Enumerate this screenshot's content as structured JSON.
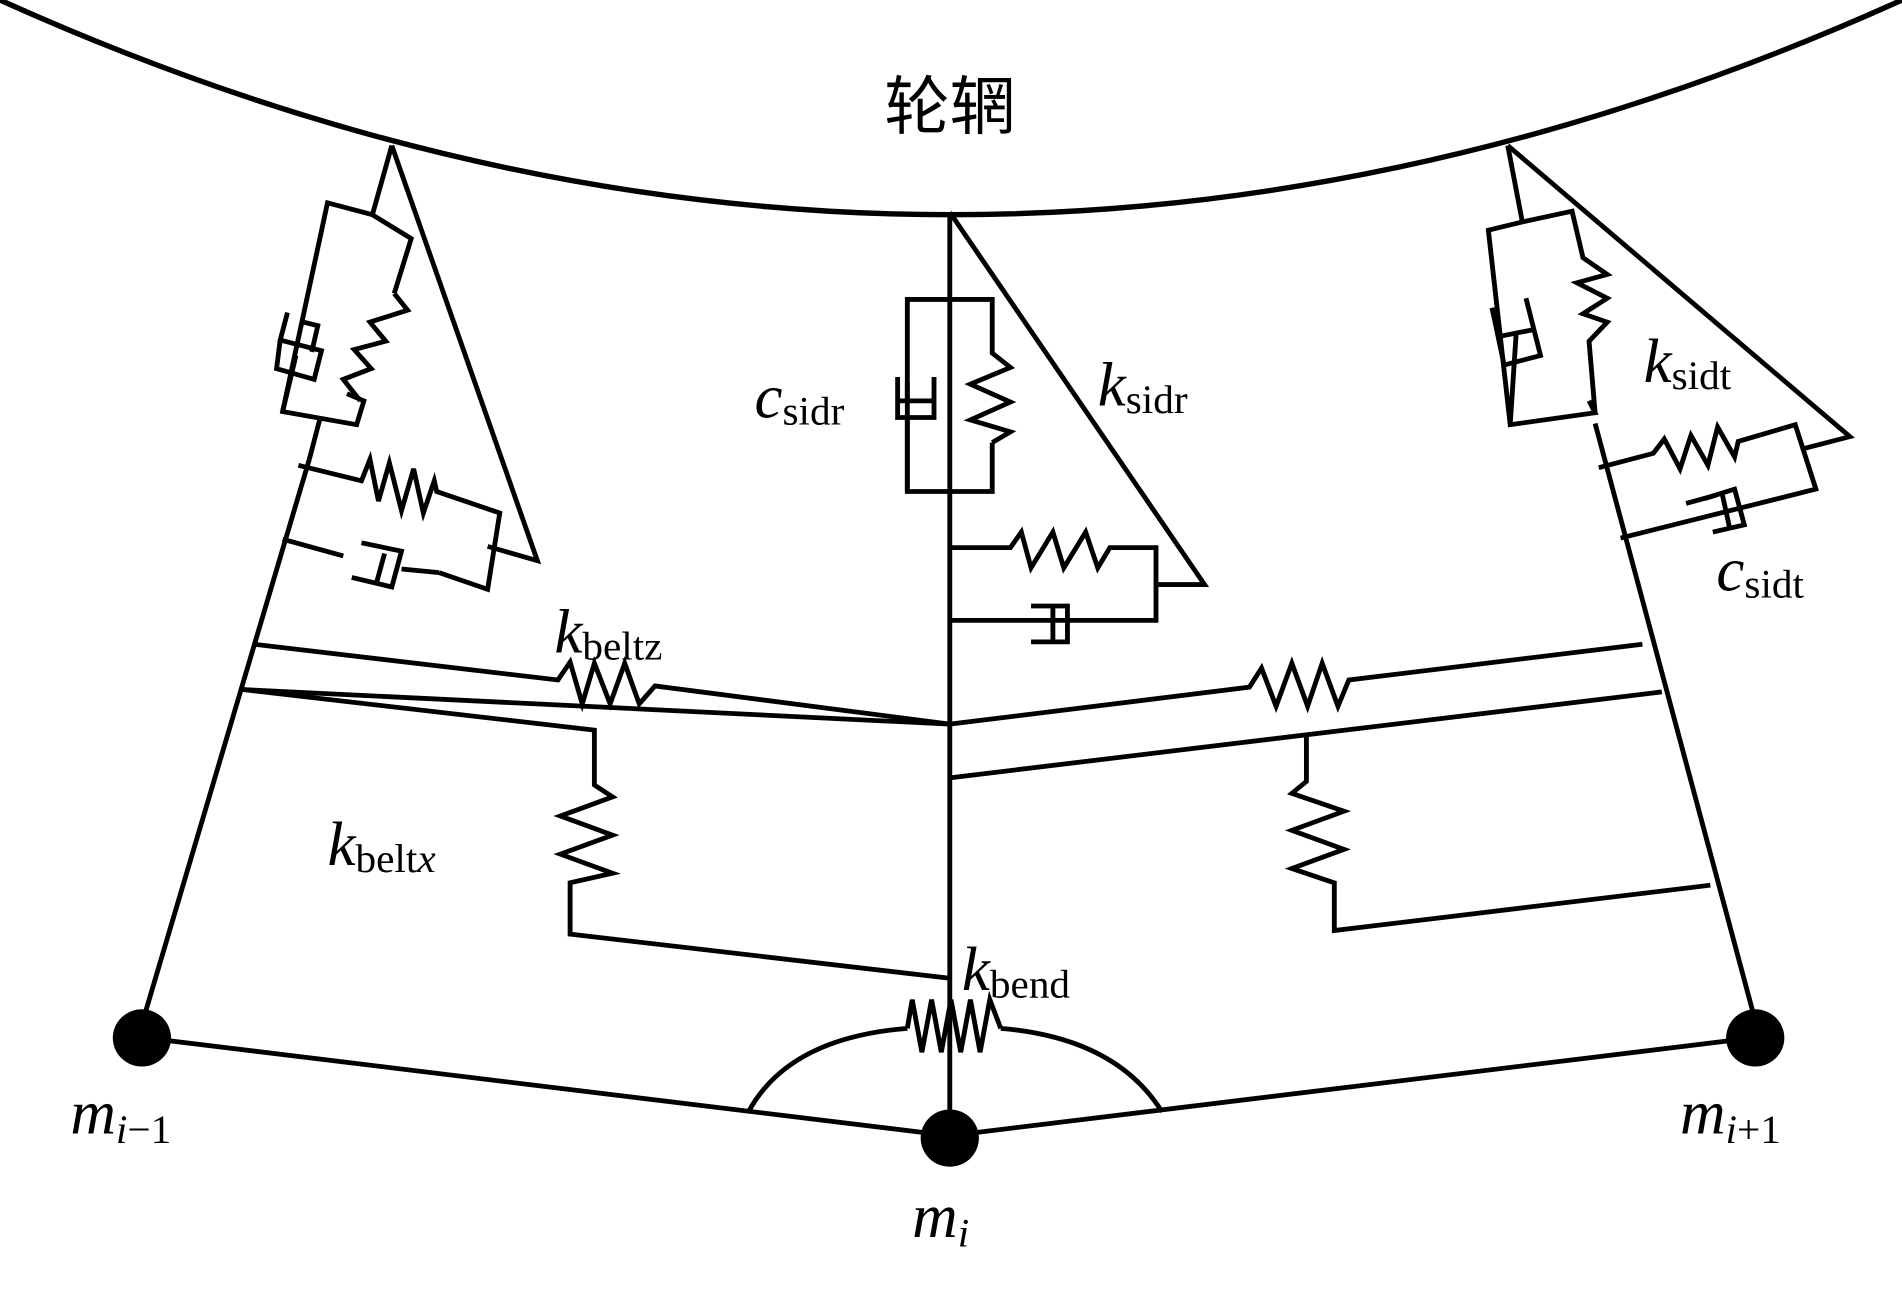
{
  "diagram": {
    "title": "轮辋",
    "labels": {
      "c_sidr": {
        "main": "c",
        "sub": "sidr"
      },
      "k_sidr": {
        "main": "k",
        "sub": "sidr"
      },
      "k_sidt": {
        "main": "k",
        "sub": "sidt"
      },
      "c_sidt": {
        "main": "c",
        "sub": "sidt"
      },
      "k_beltz": {
        "main": "k",
        "sub": "beltz"
      },
      "k_beltx": {
        "main": "k",
        "sub": "belt",
        "sub_italic": "x"
      },
      "k_bend": {
        "main": "k",
        "sub": "bend"
      },
      "m_prev": {
        "main": "m",
        "sub": "i",
        "sub2": "−1"
      },
      "m_cur": {
        "main": "m",
        "sub": "i"
      },
      "m_next": {
        "main": "m",
        "sub": "i",
        "sub2": "+1"
      }
    },
    "nodes": [
      "m_{i-1}",
      "m_i",
      "m_{i+1}"
    ],
    "elements": [
      "rim",
      "sidewall radial spring-damper",
      "sidewall tangential spring-damper",
      "belt z spring",
      "belt x spring",
      "bending spring"
    ]
  }
}
